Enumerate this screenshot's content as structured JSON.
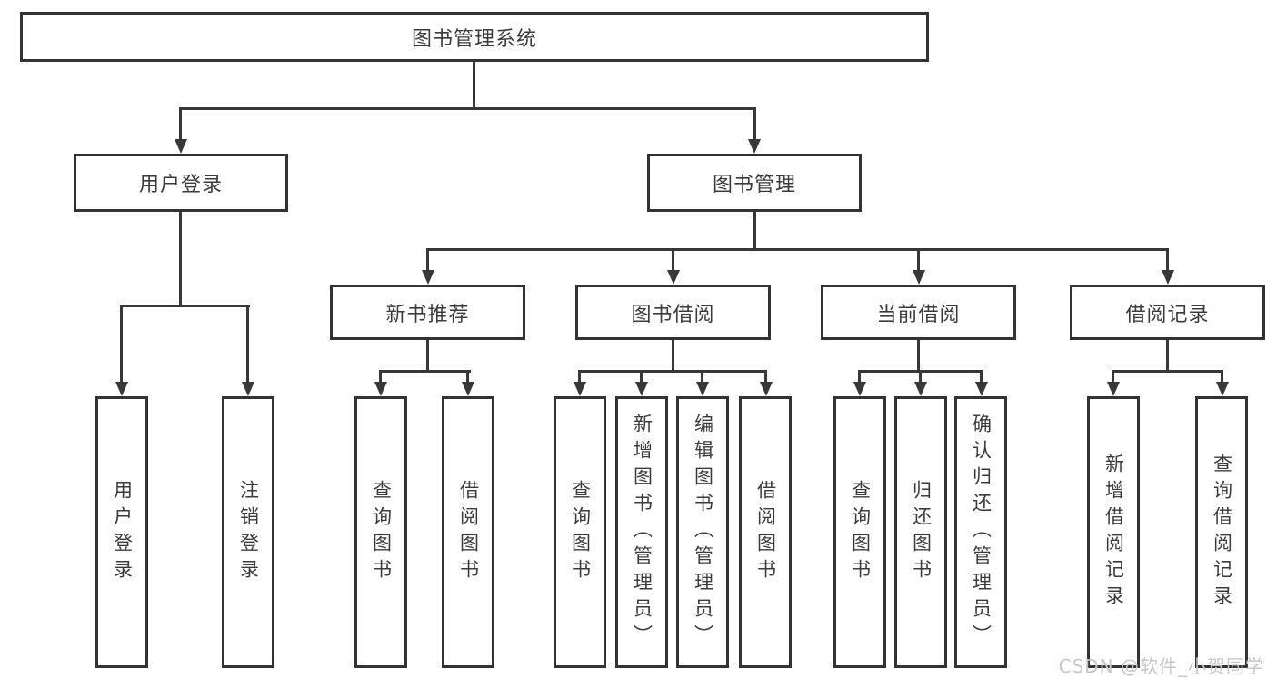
{
  "diagram": {
    "root_label": "图书管理系统",
    "level2": [
      {
        "label": "用户登录"
      },
      {
        "label": "图书管理"
      }
    ],
    "user_login_children": [
      "用户登录",
      "注销登录"
    ],
    "sections": [
      {
        "label": "新书推荐",
        "children": [
          "查询图书",
          "借阅图书"
        ]
      },
      {
        "label": "图书借阅",
        "children": [
          "查询图书",
          "新增图书（管理员）",
          "编辑图书（管理员）",
          "借阅图书"
        ]
      },
      {
        "label": "当前借阅",
        "children": [
          "查询图书",
          "归还图书",
          "确认归还（管理员）"
        ]
      },
      {
        "label": "借阅记录",
        "children": [
          "新增借阅记录",
          "查询借阅记录"
        ]
      }
    ],
    "watermark": "CSDN @软件_小贺同学",
    "colors": {
      "line": "#383838",
      "box_border": "#333333",
      "text": "#3b3b3b",
      "watermark": "#c7c7c7",
      "background": "#ffffff"
    }
  }
}
